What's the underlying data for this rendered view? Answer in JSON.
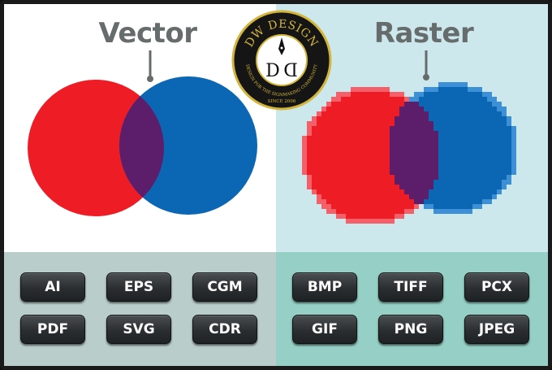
{
  "vector": {
    "title": "Vector",
    "formats": [
      "AI",
      "EPS",
      "CGM",
      "PDF",
      "SVG",
      "CDR"
    ]
  },
  "raster": {
    "title": "Raster",
    "formats": [
      "BMP",
      "TIFF",
      "PCX",
      "GIF",
      "PNG",
      "JPEG"
    ]
  },
  "logo": {
    "name": "DW DESIGN",
    "tagline": "DESIGN FOR THE SIGNMAKING COMMUNITY",
    "since": "SINCE 2006"
  },
  "colors": {
    "red": "#ee1c25",
    "blue": "#0b67b4",
    "overlap": "#5c1e6b",
    "gold": "#d4b53c"
  }
}
